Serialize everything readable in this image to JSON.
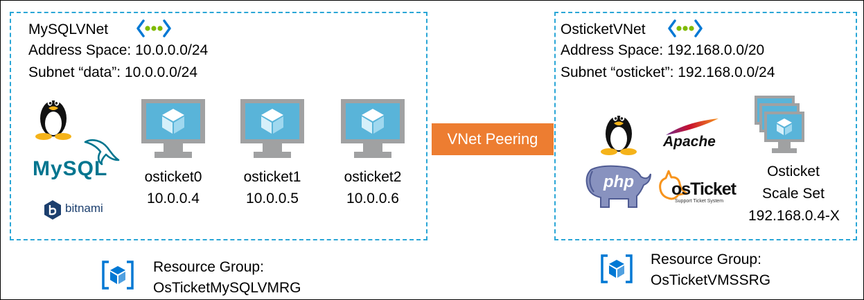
{
  "peering": {
    "label": "VNet Peering"
  },
  "left_vnet": {
    "name": "MySQLVNet",
    "address_space": "Address Space: 10.0.0.0/24",
    "subnet": "Subnet “data”: 10.0.0.0/24",
    "logos": {
      "mysql": "MySQL",
      "bitnami": "bitnami"
    },
    "vms": [
      {
        "name": "osticket0",
        "ip": "10.0.0.4"
      },
      {
        "name": "osticket1",
        "ip": "10.0.0.5"
      },
      {
        "name": "osticket2",
        "ip": "10.0.0.6"
      }
    ],
    "resource_group": {
      "label": "Resource Group:",
      "name": "OsTicketMySQLVMRG"
    }
  },
  "right_vnet": {
    "name": "OsticketVNet",
    "address_space": "Address Space: 192.168.0.0/20",
    "subnet": "Subnet “osticket”: 192.168.0.0/24",
    "logos": {
      "apache": "Apache",
      "php": "php",
      "osticket": "osTicket",
      "osticket_tagline": "Support Ticket System"
    },
    "scale_set": {
      "line1": "Osticket",
      "line2": "Scale Set",
      "ip": "192.168.0.4-X"
    },
    "resource_group": {
      "label": "Resource Group:",
      "name": "OsTicketVMSSRG"
    }
  },
  "colors": {
    "dashed_border": "#2aa6d6",
    "peering_fill": "#ed7d31",
    "azure_blue": "#0078d4",
    "vm_blue": "#59b4d9",
    "mysql_blue": "#00758f",
    "mysql_orange": "#f29111",
    "vnet_green": "#7fba00"
  },
  "icons": [
    "vnet-icon",
    "linux-tux-icon",
    "mysql-dolphin-icon",
    "bitnami-icon",
    "vm-monitor-icon",
    "apache-feather-icon",
    "php-elephant-icon",
    "osticket-kangaroo-icon",
    "vm-scale-set-icon",
    "resource-group-icon"
  ]
}
